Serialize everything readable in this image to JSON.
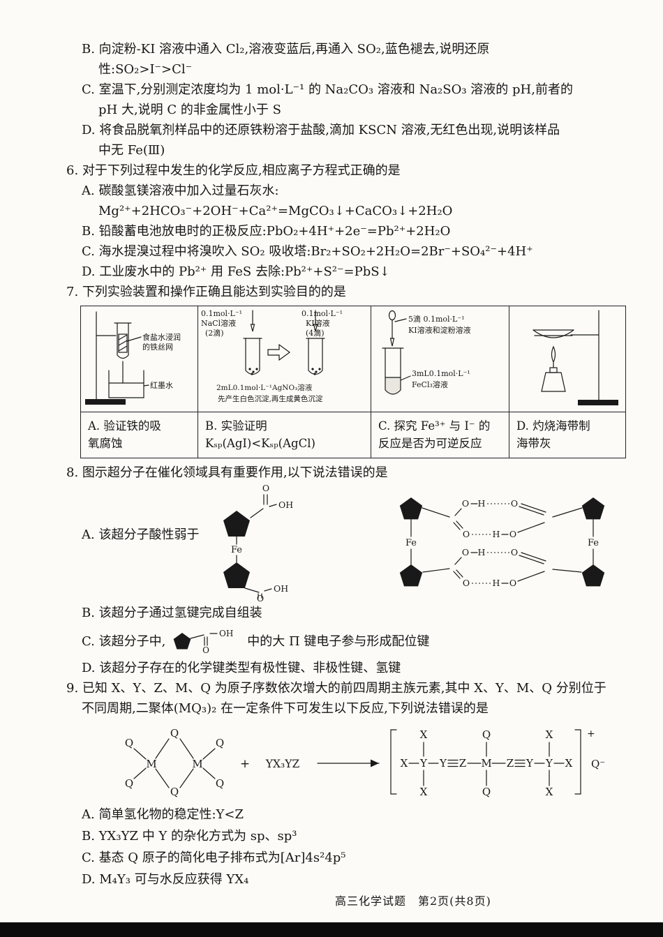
{
  "atoms": {
    "O": "O",
    "H": "H",
    "Fe": "Fe",
    "OH": "OH",
    "M": "M",
    "Q": "Q",
    "X": "X",
    "Y": "Y",
    "Z": "Z"
  },
  "scheme": {
    "plus": "+",
    "reagent": "YX₃YZ",
    "charge": "+",
    "anion": "Q⁻"
  },
  "prev": {
    "b1": "B. 向淀粉-KI 溶液中通入 Cl₂,溶液变蓝后,再通入 SO₂,蓝色褪去,说明还原",
    "b2": "性:SO₂>I⁻>Cl⁻",
    "c1": "C. 室温下,分别测定浓度均为 1 mol·L⁻¹ 的 Na₂CO₃ 溶液和 Na₂SO₃ 溶液的 pH,前者的",
    "c2": "pH 大,说明 C 的非金属性小于 S",
    "d1": "D. 将食品脱氧剂样品中的还原铁粉溶于盐酸,滴加 KSCN 溶液,无红色出现,说明该样品",
    "d2": "中无 Fe(Ⅲ)"
  },
  "q6": {
    "stem": "6. 对于下列过程中发生的化学反应,相应离子方程式正确的是",
    "a": "A. 碳酸氢镁溶液中加入过量石灰水:",
    "a_eq": "Mg²⁺+2HCO₃⁻+2OH⁻+Ca²⁺=MgCO₃↓+CaCO₃↓+2H₂O",
    "b": "B. 铅酸蓄电池放电时的正极反应:PbO₂+4H⁺+2e⁻=Pb²⁺+2H₂O",
    "c": "C. 海水提溴过程中将溴吹入 SO₂ 吸收塔:Br₂+SO₂+2H₂O=2Br⁻+SO₄²⁻+4H⁺",
    "d": "D. 工业废水中的 Pb²⁺ 用 FeS 去除:Pb²⁺+S²⁻=PbS↓"
  },
  "q7": {
    "stem": "7. 下列实验装置和操作正确且能达到实验目的的是",
    "a": {
      "l1": "食盐水浸润",
      "l2": "的铁丝网",
      "l3": "红墨水",
      "cap1": "A. 验证铁的吸",
      "cap2": "氧腐蚀"
    },
    "b": {
      "t1": "0.1mol·L⁻¹",
      "t2": "NaCl溶液",
      "t3": "(2滴)",
      "t4": "0.1mol·L⁻¹",
      "t5": "KI溶液",
      "t6": "(4滴)",
      "t7": "2mL0.1mol·L⁻¹AgNO₃溶液",
      "t8": "先产生白色沉淀,再生成黄色沉淀",
      "cap1": "B. 实验证明",
      "cap2": "Kₛₚ(AgI)<Kₛₚ(AgCl)"
    },
    "c": {
      "t1": "5滴 0.1mol·L⁻¹",
      "t2": "KI溶液和淀粉溶液",
      "t3": "3mL0.1mol·L⁻¹",
      "t4": "FeCl₃溶液",
      "cap1": "C. 探究 Fe³⁺ 与 I⁻ 的",
      "cap2": "反应是否为可逆反应"
    },
    "d": {
      "cap1": "D. 灼烧海带制",
      "cap2": "海带灰"
    }
  },
  "q8": {
    "stem": "8. 图示超分子在催化领域具有重要作用,以下说法错误的是",
    "a": "A. 该超分子酸性弱于",
    "b": "B. 该超分子通过氢键完成自组装",
    "c1": "C. 该超分子中,",
    "c2": "中的大 Π 键电子参与形成配位键",
    "d": "D. 该超分子存在的化学键类型有极性键、非极性键、氢键"
  },
  "q9": {
    "stem1": "9. 已知 X、Y、Z、M、Q 为原子序数依次增大的前四周期主族元素,其中 X、Y、M、Q 分别位于",
    "stem2": "不同周期,二聚体(MQ₃)₂ 在一定条件下可发生以下反应,下列说法错误的是",
    "a": "A. 简单氢化物的稳定性:Y<Z",
    "b": "B. YX₃YZ 中 Y 的杂化方式为 sp、sp³",
    "c": "C. 基态 Q 原子的简化电子排布式为[Ar]4s²4p⁵",
    "d": "D. M₄Y₃ 可与水反应获得 YX₄"
  },
  "footer": "高三化学试题　第2页(共8页)"
}
